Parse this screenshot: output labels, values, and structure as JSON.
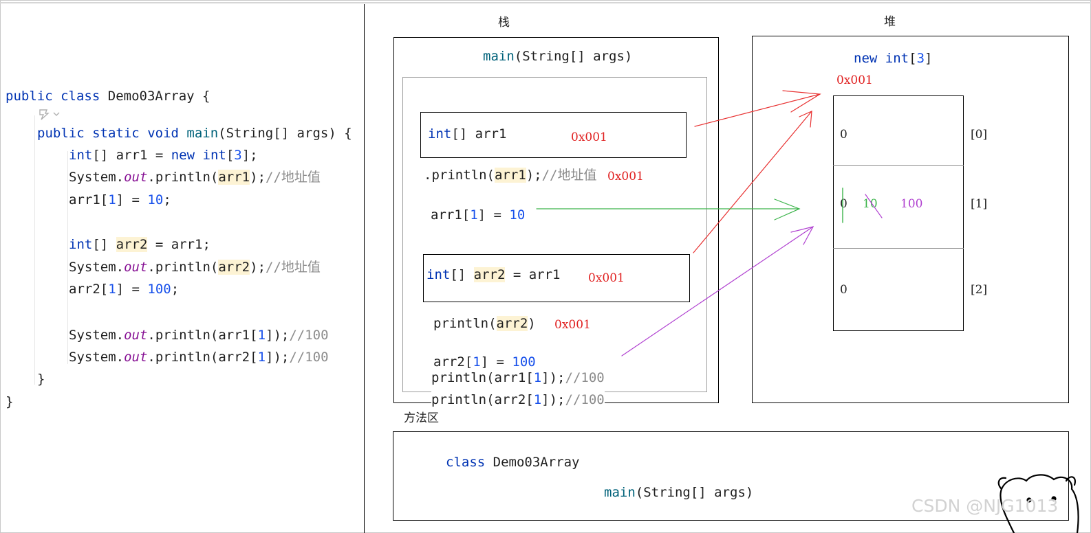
{
  "code": {
    "class_line": {
      "kw1": "public",
      "kw2": "class",
      "name": "Demo03Array",
      "brace": "{"
    },
    "main_line": {
      "kw1": "public",
      "kw2": "static",
      "kw3": "void",
      "fn": "main",
      "params": "(String[] args) {"
    },
    "l1": {
      "kw": "int",
      "a": "[] arr1 = ",
      "kw2": "new",
      "sp": " ",
      "kw3": "int",
      "b": "[",
      "num": "3",
      "c": "];"
    },
    "l2": {
      "a": "System.",
      "out": "out",
      "b": ".println(",
      "var": "arr1",
      "c": ");",
      "comment": "//地址值"
    },
    "l3": {
      "a": "arr1[",
      "num": "1",
      "b": "] = ",
      "num2": "10",
      "c": ";"
    },
    "l4": {
      "kw": "int",
      "a": "[] ",
      "var": "arr2",
      "b": " = arr1;"
    },
    "l5": {
      "a": "System.",
      "out": "out",
      "b": ".println(",
      "var": "arr2",
      "c": ");",
      "comment": "//地址值"
    },
    "l6": {
      "a": "arr2[",
      "num": "1",
      "b": "] = ",
      "num2": "100",
      "c": ";"
    },
    "l7": {
      "a": "System.",
      "out": "out",
      "b": ".println(arr1[",
      "num": "1",
      "c": "]);",
      "comment": "//100"
    },
    "l8": {
      "a": "System.",
      "out": "out",
      "b": ".println(arr2[",
      "num": "1",
      "c": "]);",
      "comment": "//100"
    },
    "close_inner": "}",
    "close_outer": "}"
  },
  "stack": {
    "title": "栈",
    "frame": {
      "fn": "main",
      "params": "(String[] args)"
    },
    "arr1_box": {
      "kw": "int",
      "rest": "[] arr1",
      "addr": "0x001"
    },
    "println1": {
      "a": ".println(",
      "var": "arr1",
      "b": ");",
      "comment": "//地址值",
      "addr": "0x001"
    },
    "assign1": {
      "a": "arr1[",
      "num": "1",
      "b": "] = ",
      "num2": "10"
    },
    "arr2_box": {
      "kw": "int",
      "a": "[] ",
      "var": "arr2",
      "b": " = arr1",
      "addr": "0x001"
    },
    "println2": {
      "a": "println(",
      "var": "arr2",
      "b": ")",
      "addr": "0x001"
    },
    "assign2": {
      "a": "arr2[",
      "num": "1",
      "b": "] = ",
      "num2": "100"
    },
    "println3": {
      "a": "println(arr1[",
      "num": "1",
      "b": "]);",
      "comment": "//100"
    },
    "println4": {
      "a": "println(arr2[",
      "num": "1",
      "b": "]);",
      "comment": "//100"
    }
  },
  "heap": {
    "title": "堆",
    "header": {
      "kw": "new",
      "sp": " ",
      "kw2": "int",
      "a": "[",
      "num": "3",
      "b": "]"
    },
    "addr": "0x001",
    "cells": [
      {
        "value": "0",
        "index": "[0]"
      },
      {
        "value": "0",
        "v2": "10",
        "v3": "100",
        "index": "[1]"
      },
      {
        "value": "0",
        "index": "[2]"
      }
    ]
  },
  "method_area": {
    "title": "方法区",
    "class_line": {
      "kw": "class",
      "name": " Demo03Array"
    },
    "main_line": {
      "fn": "main",
      "params": "(String[] args)"
    }
  },
  "watermark": "CSDN @NJG1013",
  "colors": {
    "keyword": "#0033b3",
    "function": "#00627a",
    "number": "#1750eb",
    "field": "#871094",
    "comment": "#8c8c8c",
    "address": "#e02020",
    "arrow_red": "#e83030",
    "arrow_green": "#3cb44b",
    "arrow_purple": "#b040d0"
  }
}
